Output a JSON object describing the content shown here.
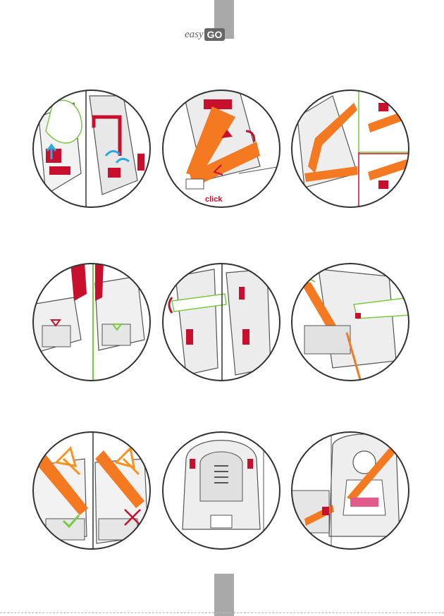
{
  "brand": {
    "prefix": "easy",
    "name": "GO"
  },
  "panels": [
    {
      "id": "step-1",
      "caption": ""
    },
    {
      "id": "step-2",
      "caption": "click"
    },
    {
      "id": "step-3",
      "caption": ""
    },
    {
      "id": "step-4",
      "caption": ""
    },
    {
      "id": "step-5",
      "caption": ""
    },
    {
      "id": "step-6",
      "caption": ""
    },
    {
      "id": "step-7",
      "caption": ""
    },
    {
      "id": "step-8",
      "caption": ""
    },
    {
      "id": "step-9",
      "caption": ""
    }
  ],
  "colors": {
    "belt": "#f47920",
    "alert": "#c8102e",
    "ok": "#7ac943",
    "arrow_blue": "#29abe2",
    "tab_gray": "#a9a9a9"
  }
}
